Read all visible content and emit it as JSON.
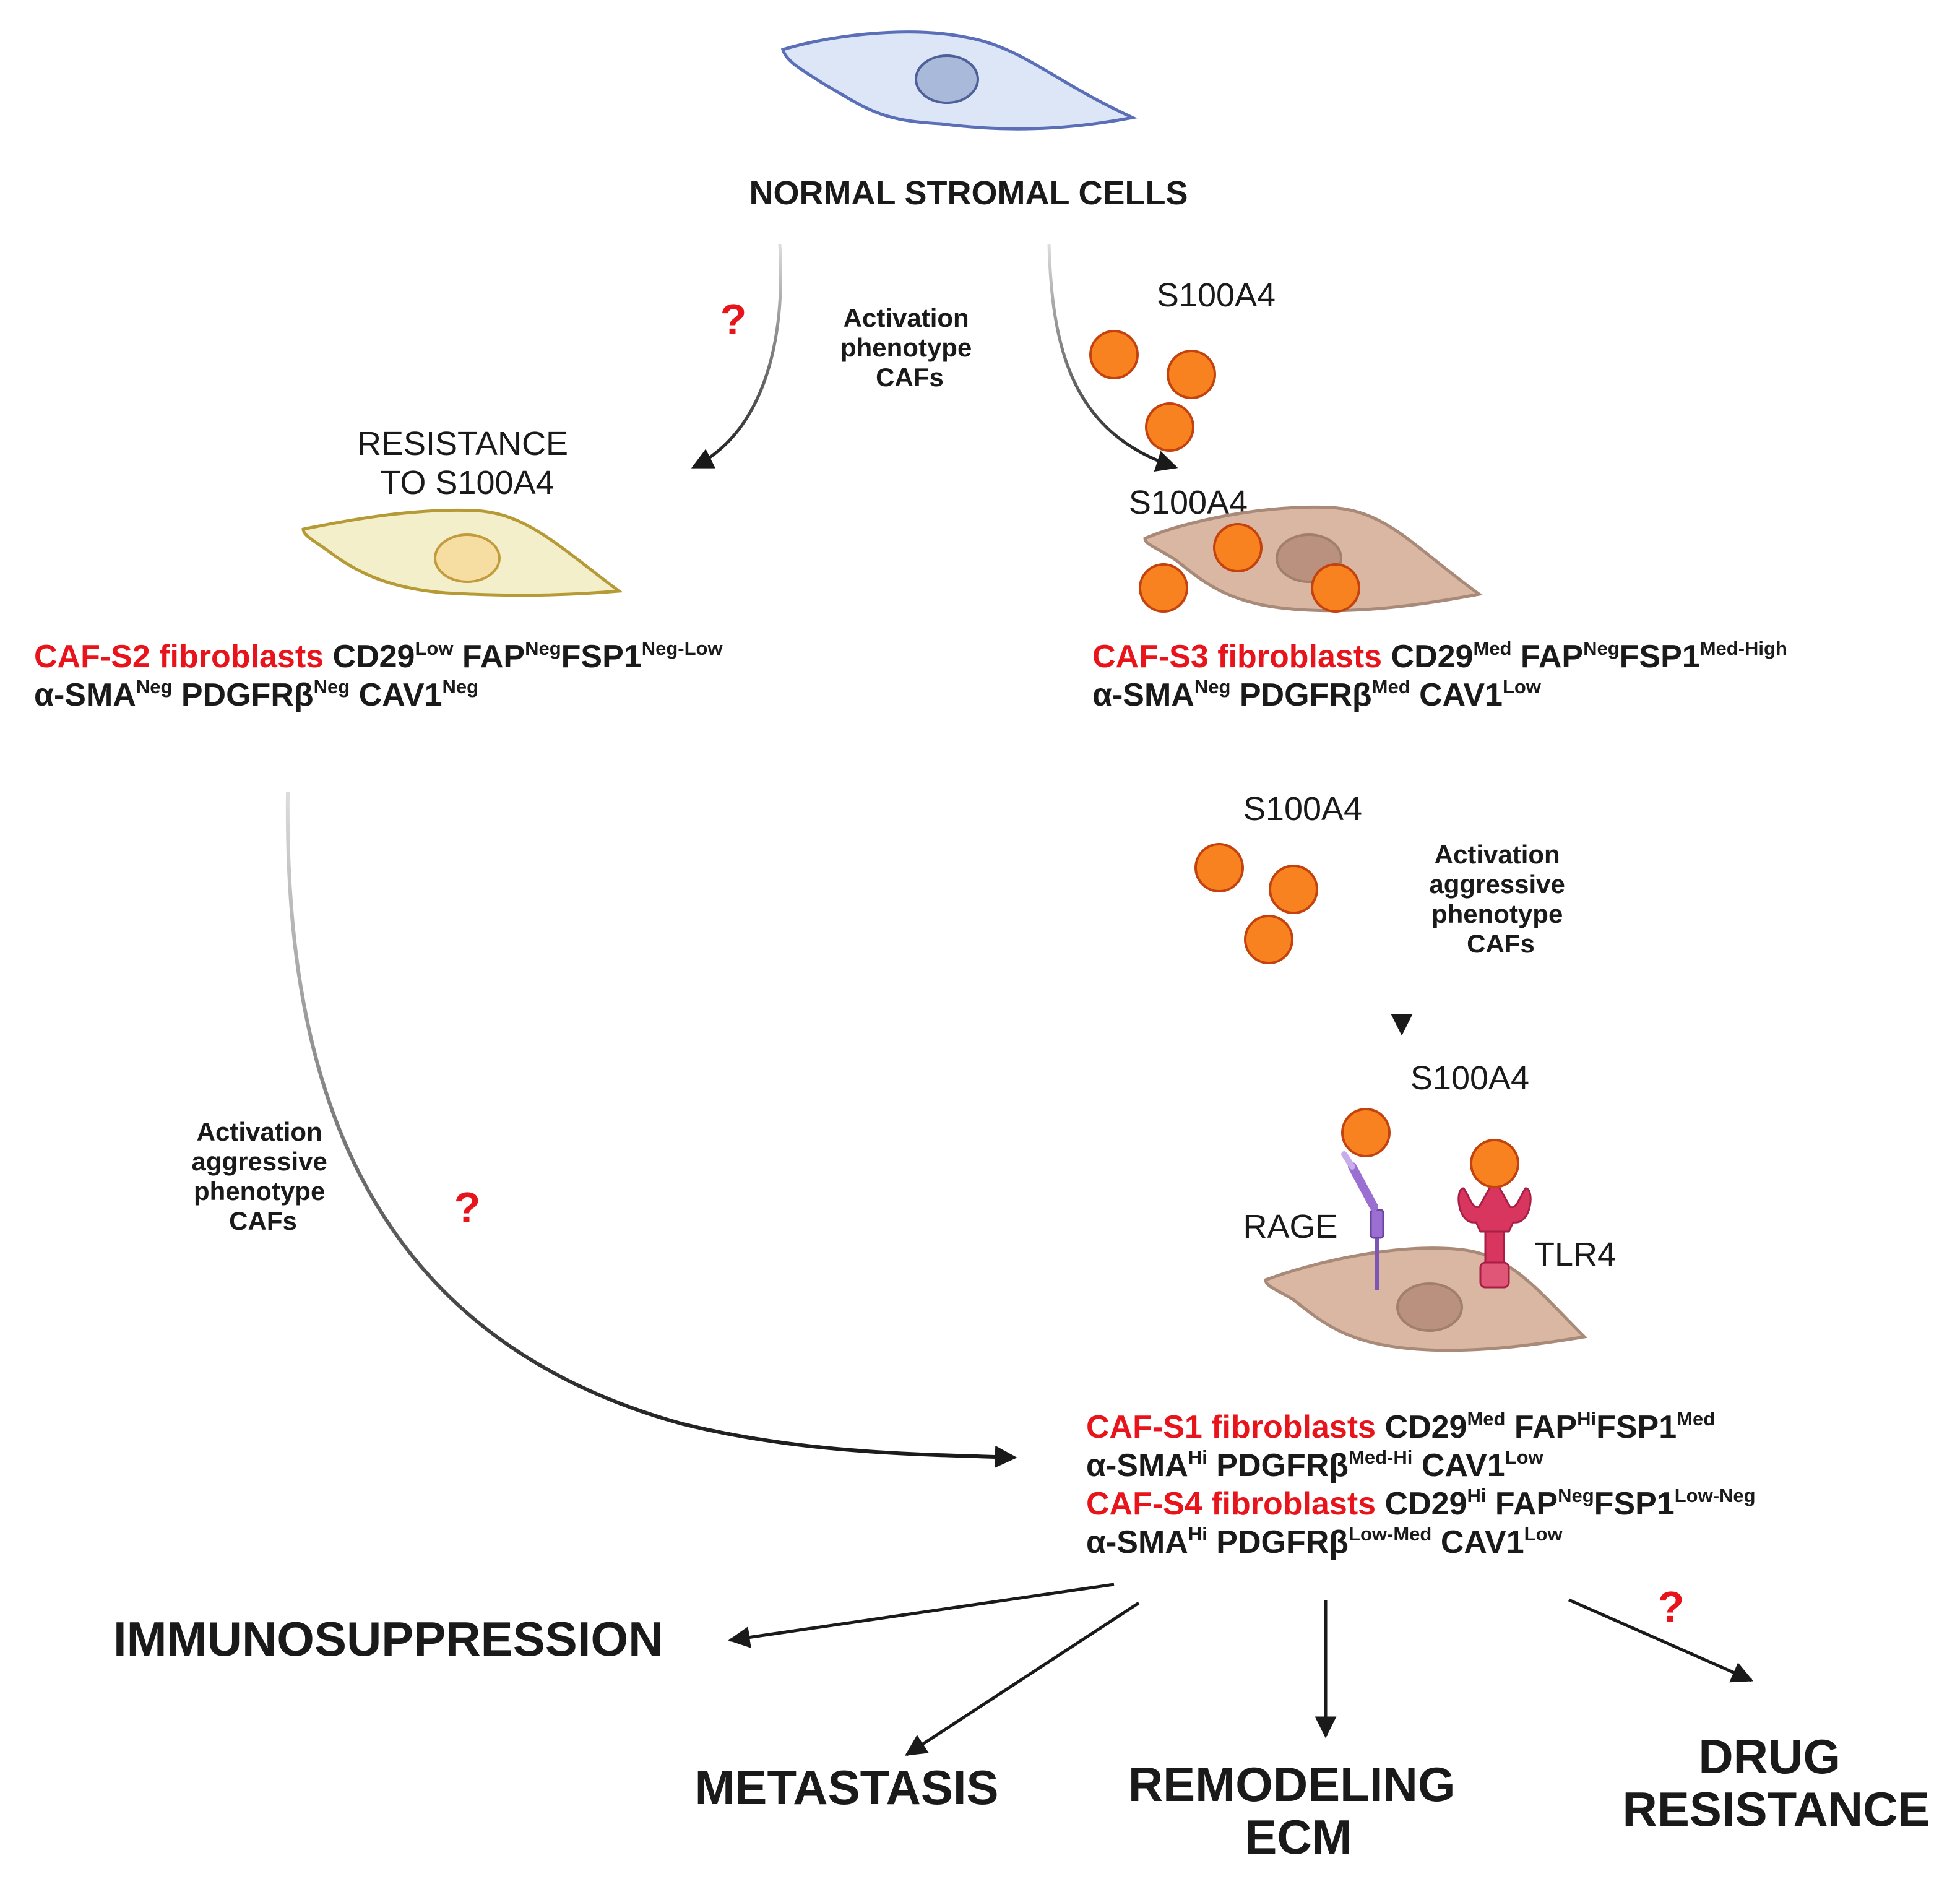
{
  "labels": {
    "top_cell": "NORMAL STROMAL CELLS",
    "question_mark": "?",
    "activation_phenotype": [
      "Activation",
      "phenotype",
      "CAFs"
    ],
    "activation_aggressive": [
      "Activation",
      "aggressive",
      "phenotype",
      "CAFs"
    ],
    "s100a4": "S100A4",
    "resistance": [
      "RESISTANCE",
      "TO S100A4"
    ],
    "rage": "RAGE",
    "tlr4": "TLR4"
  },
  "subtypes": {
    "caf_s2": {
      "name": "CAF-S2 fibroblasts",
      "cd29": "CD29",
      "cd29_level": "Low",
      "fap": "FAP",
      "fap_level": "Neg",
      "fsp1": "FSP1",
      "fsp1_level": "Neg-Low",
      "asma": "α-SMA",
      "asma_level": "Neg",
      "pdgfrb": "PDGFRβ",
      "pdgfrb_level": "Neg",
      "cav1": "CAV1",
      "cav1_level": "Neg"
    },
    "caf_s3": {
      "name": "CAF-S3 fibroblasts",
      "cd29": "CD29",
      "cd29_level": "Med",
      "fap": "FAP",
      "fap_level": "Neg",
      "fsp1": "FSP1",
      "fsp1_level": "Med-High",
      "asma": "α-SMA",
      "asma_level": "Neg",
      "pdgfrb": "PDGFRβ",
      "pdgfrb_level": "Med",
      "cav1": "CAV1",
      "cav1_level": "Low"
    },
    "caf_s1": {
      "name": "CAF-S1 fibroblasts",
      "cd29": "CD29",
      "cd29_level": "Med",
      "fap": "FAP",
      "fap_level": "Hi",
      "fsp1": "FSP1",
      "fsp1_level": "Med",
      "asma": "α-SMA",
      "asma_level": "Hi",
      "pdgfrb": "PDGFRβ",
      "pdgfrb_level": "Med-Hi",
      "cav1": "CAV1",
      "cav1_level": "Low"
    },
    "caf_s4": {
      "name": "CAF-S4 fibroblasts",
      "cd29": "CD29",
      "cd29_level": "Hi",
      "fap": "FAP",
      "fap_level": "Neg",
      "fsp1": "FSP1",
      "fsp1_level": "Low-Neg",
      "asma": "α-SMA",
      "asma_level": "Hi",
      "pdgfrb": "PDGFRβ",
      "pdgfrb_level": "Low-Med",
      "cav1": "CAV1",
      "cav1_level": "Low"
    }
  },
  "outcomes": {
    "immunosuppression": "IMMUNOSUPPRESSION",
    "metastasis": "METASTASIS",
    "remodeling": [
      "REMODELING",
      "ECM"
    ],
    "drug_resistance": [
      "DRUG",
      "RESISTANCE"
    ]
  },
  "colors": {
    "subtype_red": "#e8141b",
    "s100a4_orange": "#f7821f",
    "normal_cell_fill": "#dde6f7",
    "resistant_cell_fill": "#f4efcb",
    "caf_cell_fill": "#d9b7a3",
    "rage_purple": "#9a6fd1",
    "tlr4_pink": "#d9365f"
  }
}
